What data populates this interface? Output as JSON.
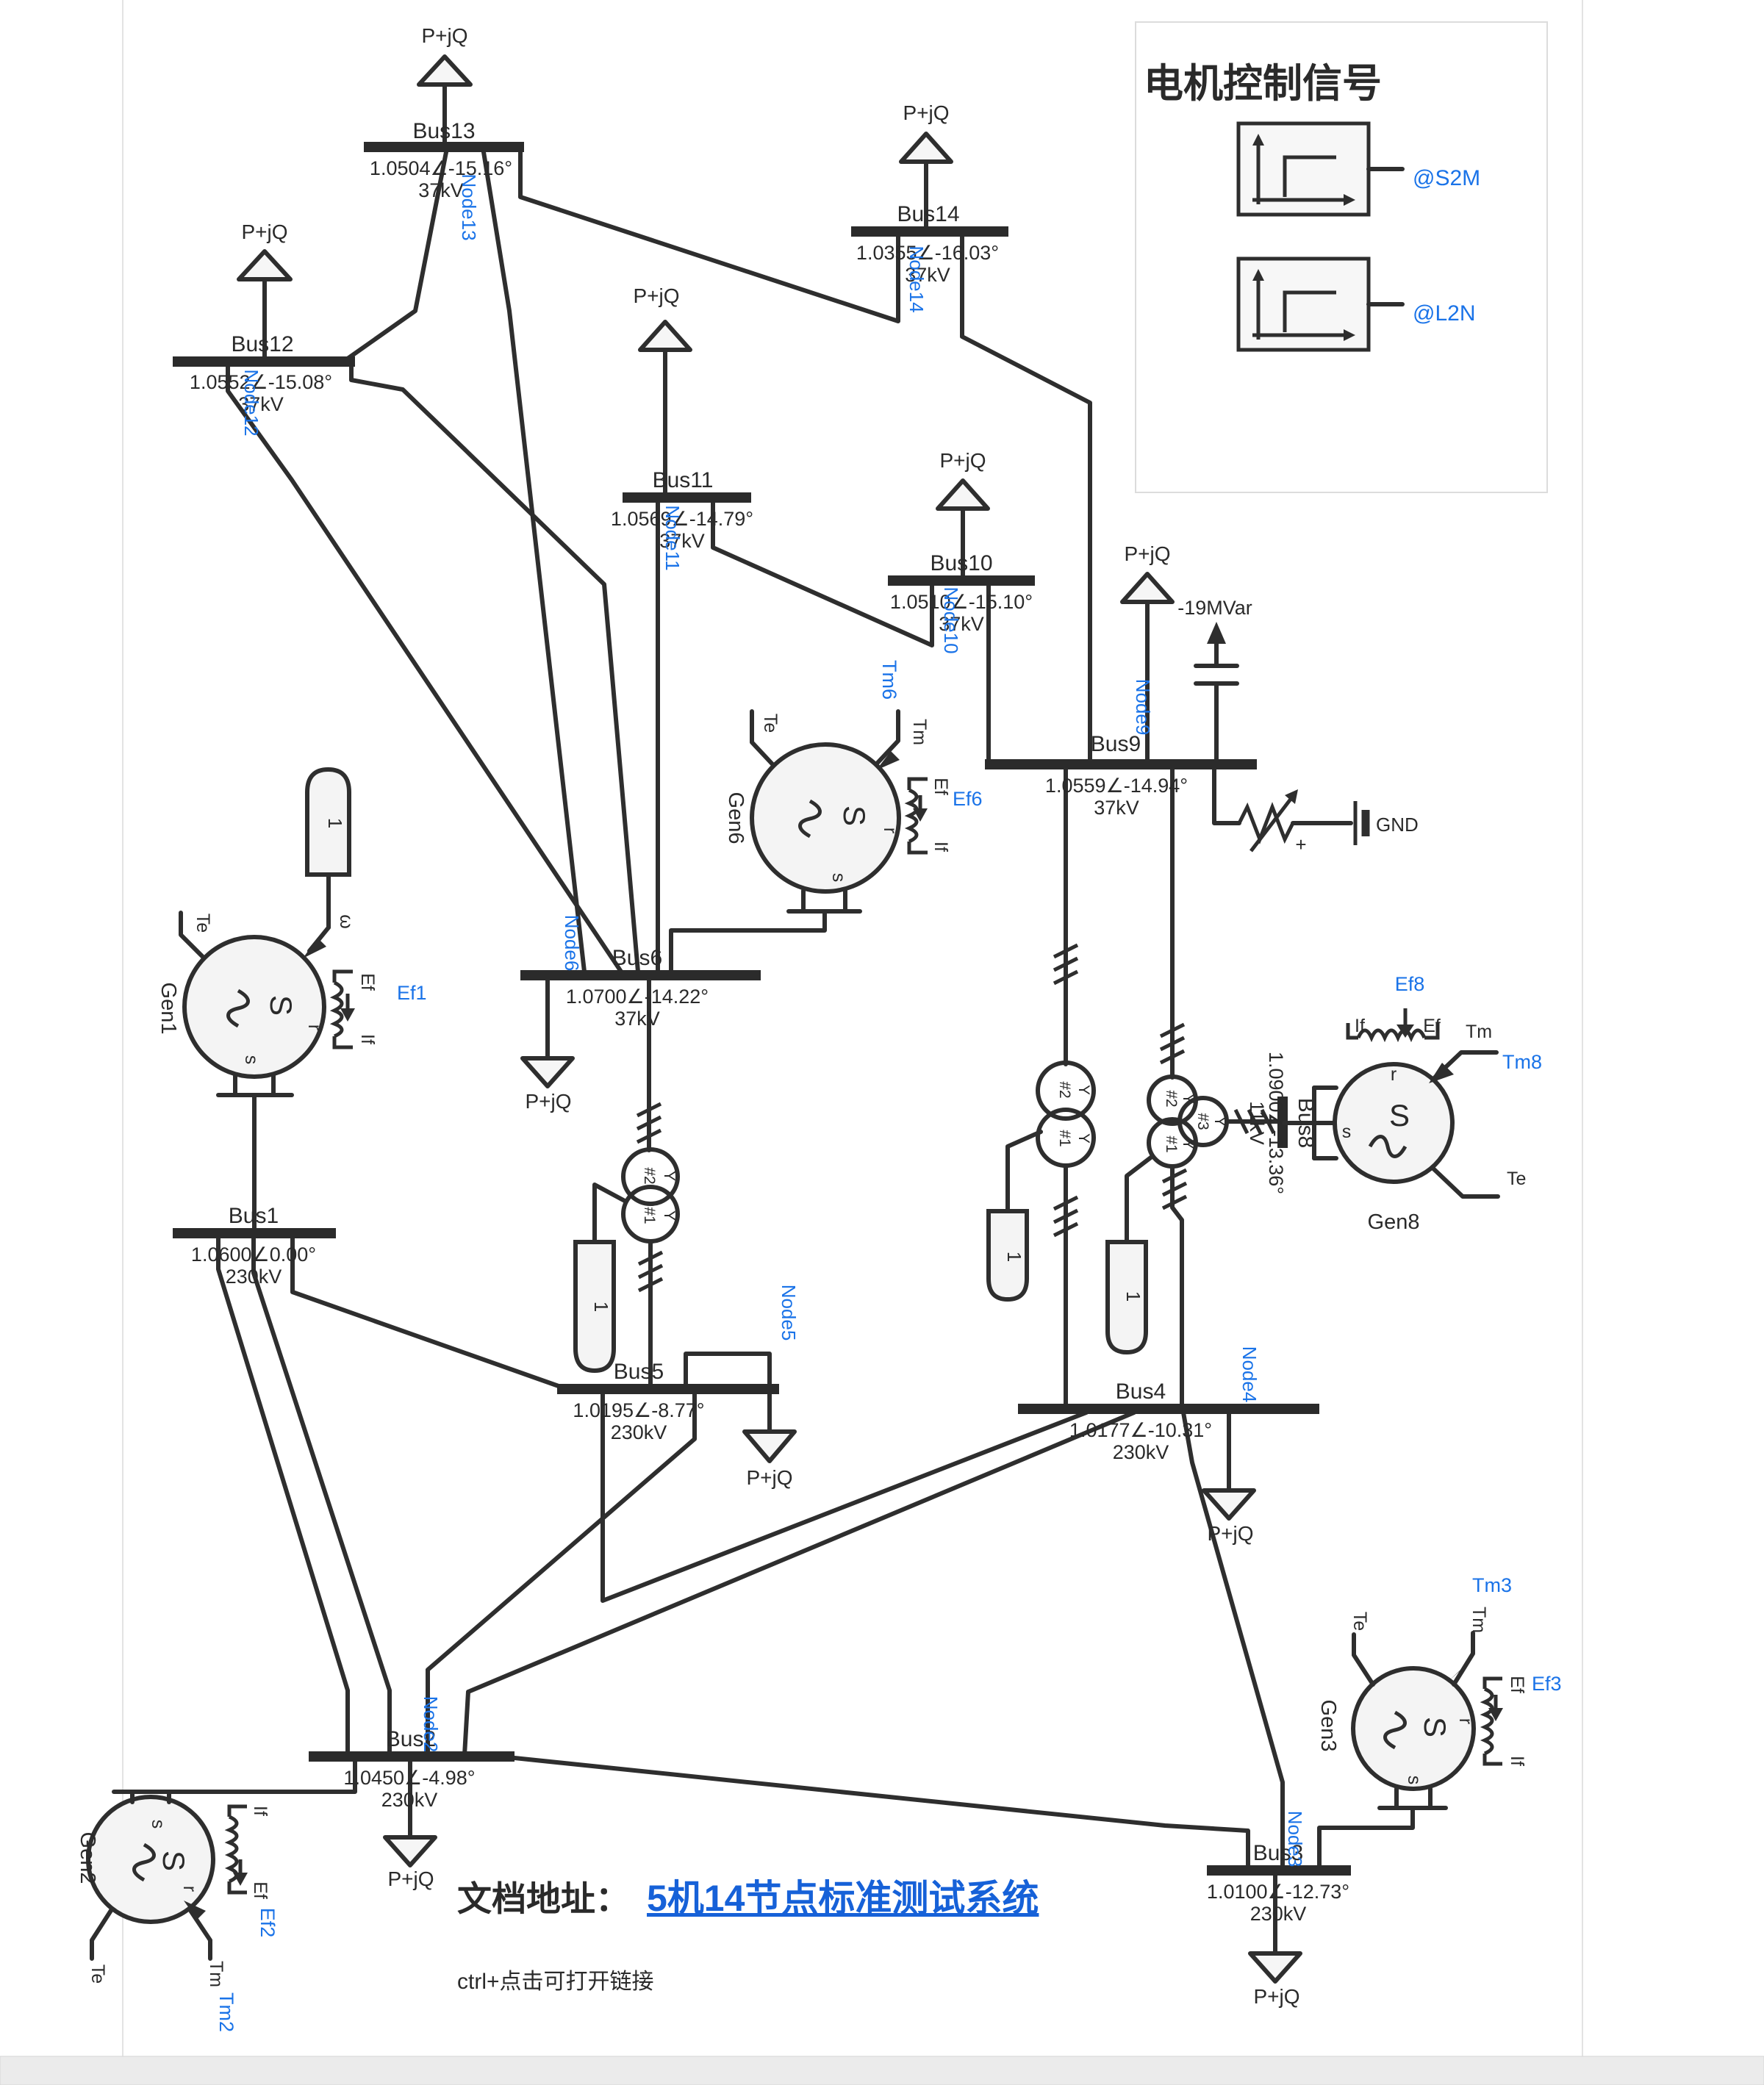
{
  "colors": {
    "signal_blue": "#1a73e8",
    "link_blue": "#1661d8"
  },
  "panel": {
    "title": "电机控制信号",
    "s2m": "@S2M",
    "l2n": "@L2N"
  },
  "footer": {
    "prefix": "文档地址：",
    "link": "5机14节点标准测试系统",
    "hint": "ctrl+点击可打开链接"
  },
  "buses": {
    "bus1": {
      "name": "Bus1",
      "v": "1.0600∠0.00°",
      "kv": "230kV"
    },
    "bus2": {
      "name": "Bus2",
      "v": "1.0450∠-4.98°",
      "kv": "230kV"
    },
    "bus3": {
      "name": "Bus3",
      "v": "1.0100∠-12.73°",
      "kv": "230kV"
    },
    "bus4": {
      "name": "Bus4",
      "v": "1.0177∠-10.31°",
      "kv": "230kV"
    },
    "bus5": {
      "name": "Bus5",
      "v": "1.0195∠-8.77°",
      "kv": "230kV"
    },
    "bus6": {
      "name": "Bus6",
      "v": "1.0700∠-14.22°",
      "kv": "37kV"
    },
    "bus8": {
      "name": "Bus8",
      "v": "1.0900∠-13.36°",
      "kv": "11kV"
    },
    "bus9": {
      "name": "Bus9",
      "v": "1.0559∠-14.94°",
      "kv": "37kV"
    },
    "bus10": {
      "name": "Bus10",
      "v": "1.0510∠-15.10°",
      "kv": "37kV"
    },
    "bus11": {
      "name": "Bus11",
      "v": "1.0569∠-14.79°",
      "kv": "37kV"
    },
    "bus12": {
      "name": "Bus12",
      "v": "1.0552∠-15.08°",
      "kv": "37kV"
    },
    "bus13": {
      "name": "Bus13",
      "v": "1.0504∠-15.16°",
      "kv": "37kV"
    },
    "bus14": {
      "name": "Bus14",
      "v": "1.0355∠-16.03°",
      "kv": "37kV"
    }
  },
  "nodes": {
    "node2": "Node2",
    "node3": "Node3",
    "node4": "Node4",
    "node5": "Node5",
    "node6": "Node6",
    "node9": "Node9",
    "node10": "Node10",
    "node11": "Node11",
    "node12": "Node12",
    "node13": "Node13",
    "node14": "Node14"
  },
  "generators": {
    "gen1": {
      "name": "Gen1",
      "ef_tag": "Ef1"
    },
    "gen2": {
      "name": "Gen2",
      "ef_tag": "Ef2",
      "tm_tag": "Tm2"
    },
    "gen3": {
      "name": "Gen3",
      "ef_tag": "Ef3",
      "tm_tag": "Tm3"
    },
    "gen6": {
      "name": "Gen6",
      "ef_tag": "Ef6",
      "tm_tag": "Tm6"
    },
    "gen8": {
      "name": "Gen8",
      "ef_tag": "Ef8",
      "tm_tag": "Tm8"
    }
  },
  "misc": {
    "load": "P+jQ",
    "mvar": "-19MVar",
    "gnd": "GND",
    "plus": "+",
    "one": "1",
    "y": "Y",
    "w1": "#1",
    "w2": "#2",
    "w3": "#3",
    "te": "Te",
    "tm": "Tm",
    "ef": "Ef",
    "iff": "If",
    "r": "r",
    "s": "s",
    "S": "S",
    "omega": "ω"
  }
}
